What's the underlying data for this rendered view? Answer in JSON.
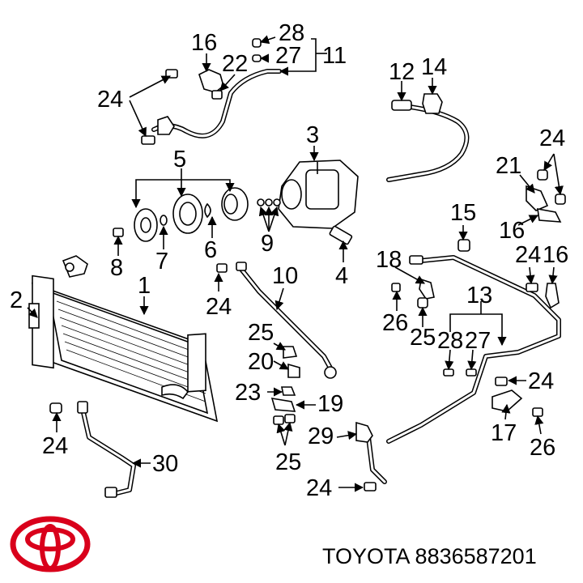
{
  "callouts": [
    "28",
    "16",
    "22",
    "27",
    "11",
    "24",
    "12",
    "14",
    "3",
    "5",
    "21",
    "24",
    "15",
    "9",
    "6",
    "8",
    "7",
    "16",
    "4",
    "18",
    "24",
    "16",
    "1",
    "10",
    "2",
    "24",
    "13",
    "26",
    "25",
    "28",
    "27",
    "25",
    "20",
    "24",
    "23",
    "19",
    "17",
    "29",
    "24",
    "26",
    "30",
    "25",
    "24"
  ],
  "footer": {
    "brand": "TOYOTA",
    "part_number": "8836587201"
  },
  "colors": {
    "logo_red": "#d9001b",
    "ink": "#000000"
  },
  "logo": {
    "icon": "toyota-logo-icon"
  }
}
